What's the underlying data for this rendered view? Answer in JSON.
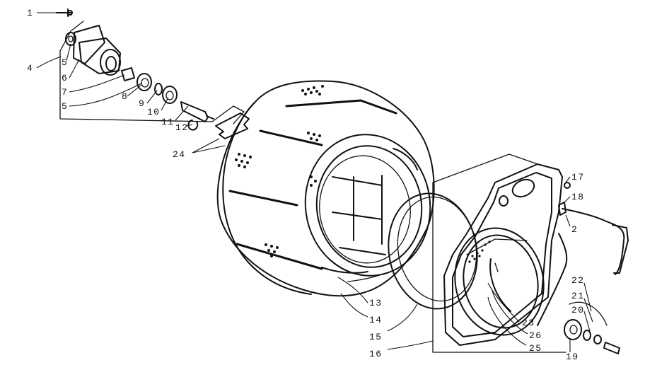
{
  "callouts": [
    {
      "id": "c1",
      "text": "1"
    },
    {
      "id": "c4",
      "text": "4"
    },
    {
      "id": "c5a",
      "text": "5"
    },
    {
      "id": "c6",
      "text": "6"
    },
    {
      "id": "c7",
      "text": "7"
    },
    {
      "id": "c5b",
      "text": "5"
    },
    {
      "id": "c8",
      "text": "8"
    },
    {
      "id": "c9",
      "text": "9"
    },
    {
      "id": "c10",
      "text": "10"
    },
    {
      "id": "c11",
      "text": "11"
    },
    {
      "id": "c12",
      "text": "12"
    },
    {
      "id": "c24",
      "text": "24"
    },
    {
      "id": "c13",
      "text": "13"
    },
    {
      "id": "c14",
      "text": "14"
    },
    {
      "id": "c15",
      "text": "15"
    },
    {
      "id": "c16",
      "text": "16"
    },
    {
      "id": "c17",
      "text": "17"
    },
    {
      "id": "c18",
      "text": "18"
    },
    {
      "id": "c2",
      "text": "2"
    },
    {
      "id": "c22",
      "text": "22"
    },
    {
      "id": "c21",
      "text": "21"
    },
    {
      "id": "c20",
      "text": "20"
    },
    {
      "id": "c23",
      "text": "23"
    },
    {
      "id": "c26",
      "text": "26"
    },
    {
      "id": "c25",
      "text": "25"
    },
    {
      "id": "c19",
      "text": "19"
    }
  ]
}
